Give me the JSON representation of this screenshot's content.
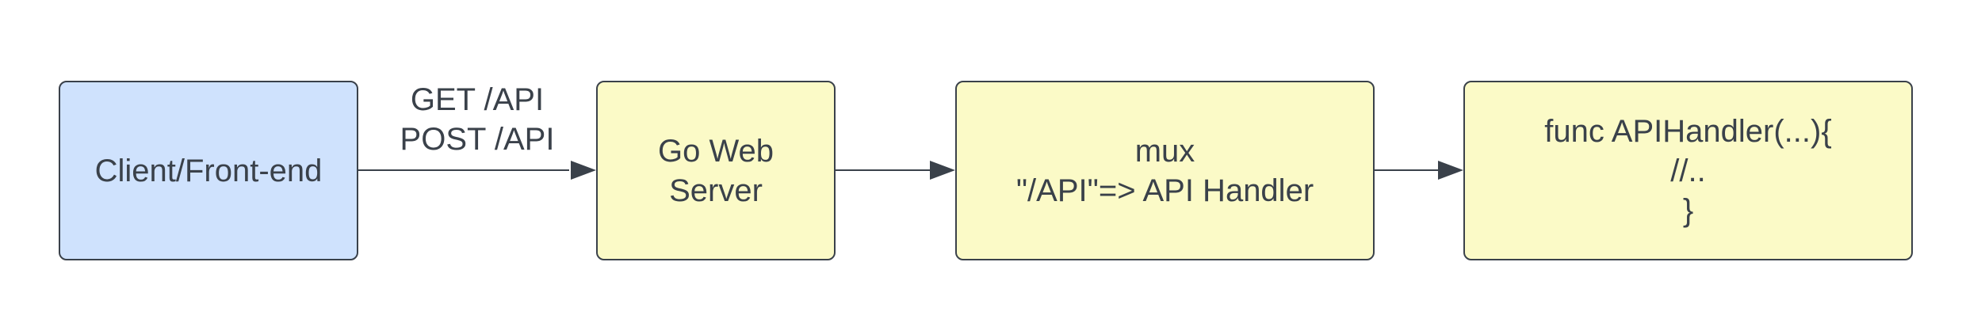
{
  "nodes": {
    "client": {
      "lines": [
        "Client/Front-end"
      ]
    },
    "server": {
      "lines": [
        "Go Web",
        "Server"
      ]
    },
    "mux": {
      "lines": [
        "mux",
        "\"/API\"=> API Handler"
      ]
    },
    "func": {
      "lines": [
        "func APIHandler(...){",
        "//..",
        "}"
      ]
    }
  },
  "edges": {
    "client_to_server": {
      "label_lines": [
        "GET /API",
        "POST /API"
      ]
    }
  },
  "colors": {
    "client_fill": "#cfe2fd",
    "box_fill": "#fbfac7",
    "stroke": "#3a414a"
  }
}
